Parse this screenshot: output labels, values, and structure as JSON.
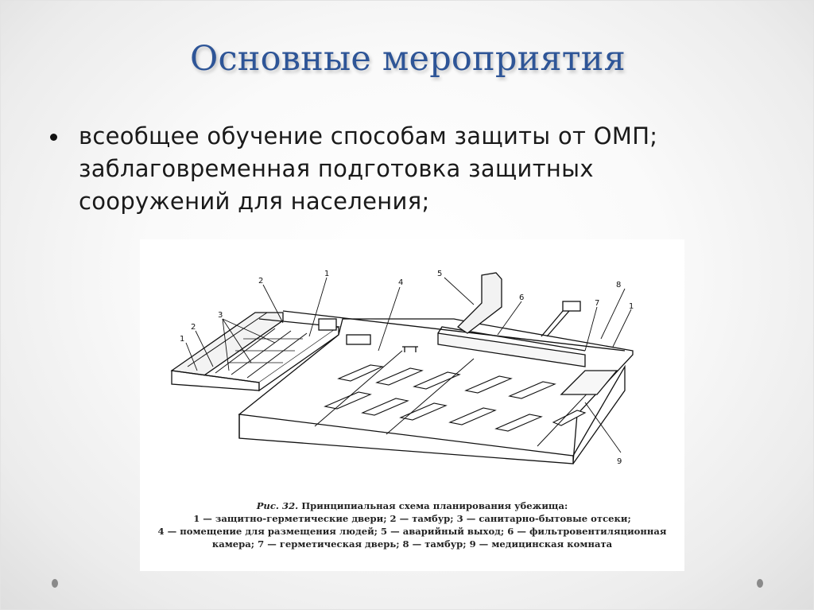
{
  "slide": {
    "title": "Основные мероприятия",
    "bullets": [
      {
        "lines": [
          "всеобщее обучение способам защиты от ОМП;",
          "заблаговременная подготовка защитных",
          "сооружений для населения;"
        ]
      }
    ],
    "figure": {
      "callout_labels": [
        "1",
        "2",
        "3",
        "1",
        "2",
        "4",
        "5",
        "6",
        "7",
        "8",
        "1",
        "9"
      ],
      "caption": {
        "figure_number": "Рис. 32.",
        "figure_title": "Принципиальная схема планирования убежища:",
        "legend_lines": [
          "1 — защитно-герметические двери; 2 — тамбур; 3 — санитарно-бытовые отсеки;",
          "4 — помещение для размещения людей; 5 — аварийный выход; 6 — фильтровентиляционная",
          "камера; 7 — герметическая дверь; 8 — тамбур; 9 — медицинская комната"
        ]
      }
    }
  },
  "colors": {
    "title": "#2e5597",
    "body_text": "#1a1a1a",
    "nav_dot": "#8a8a8a"
  }
}
